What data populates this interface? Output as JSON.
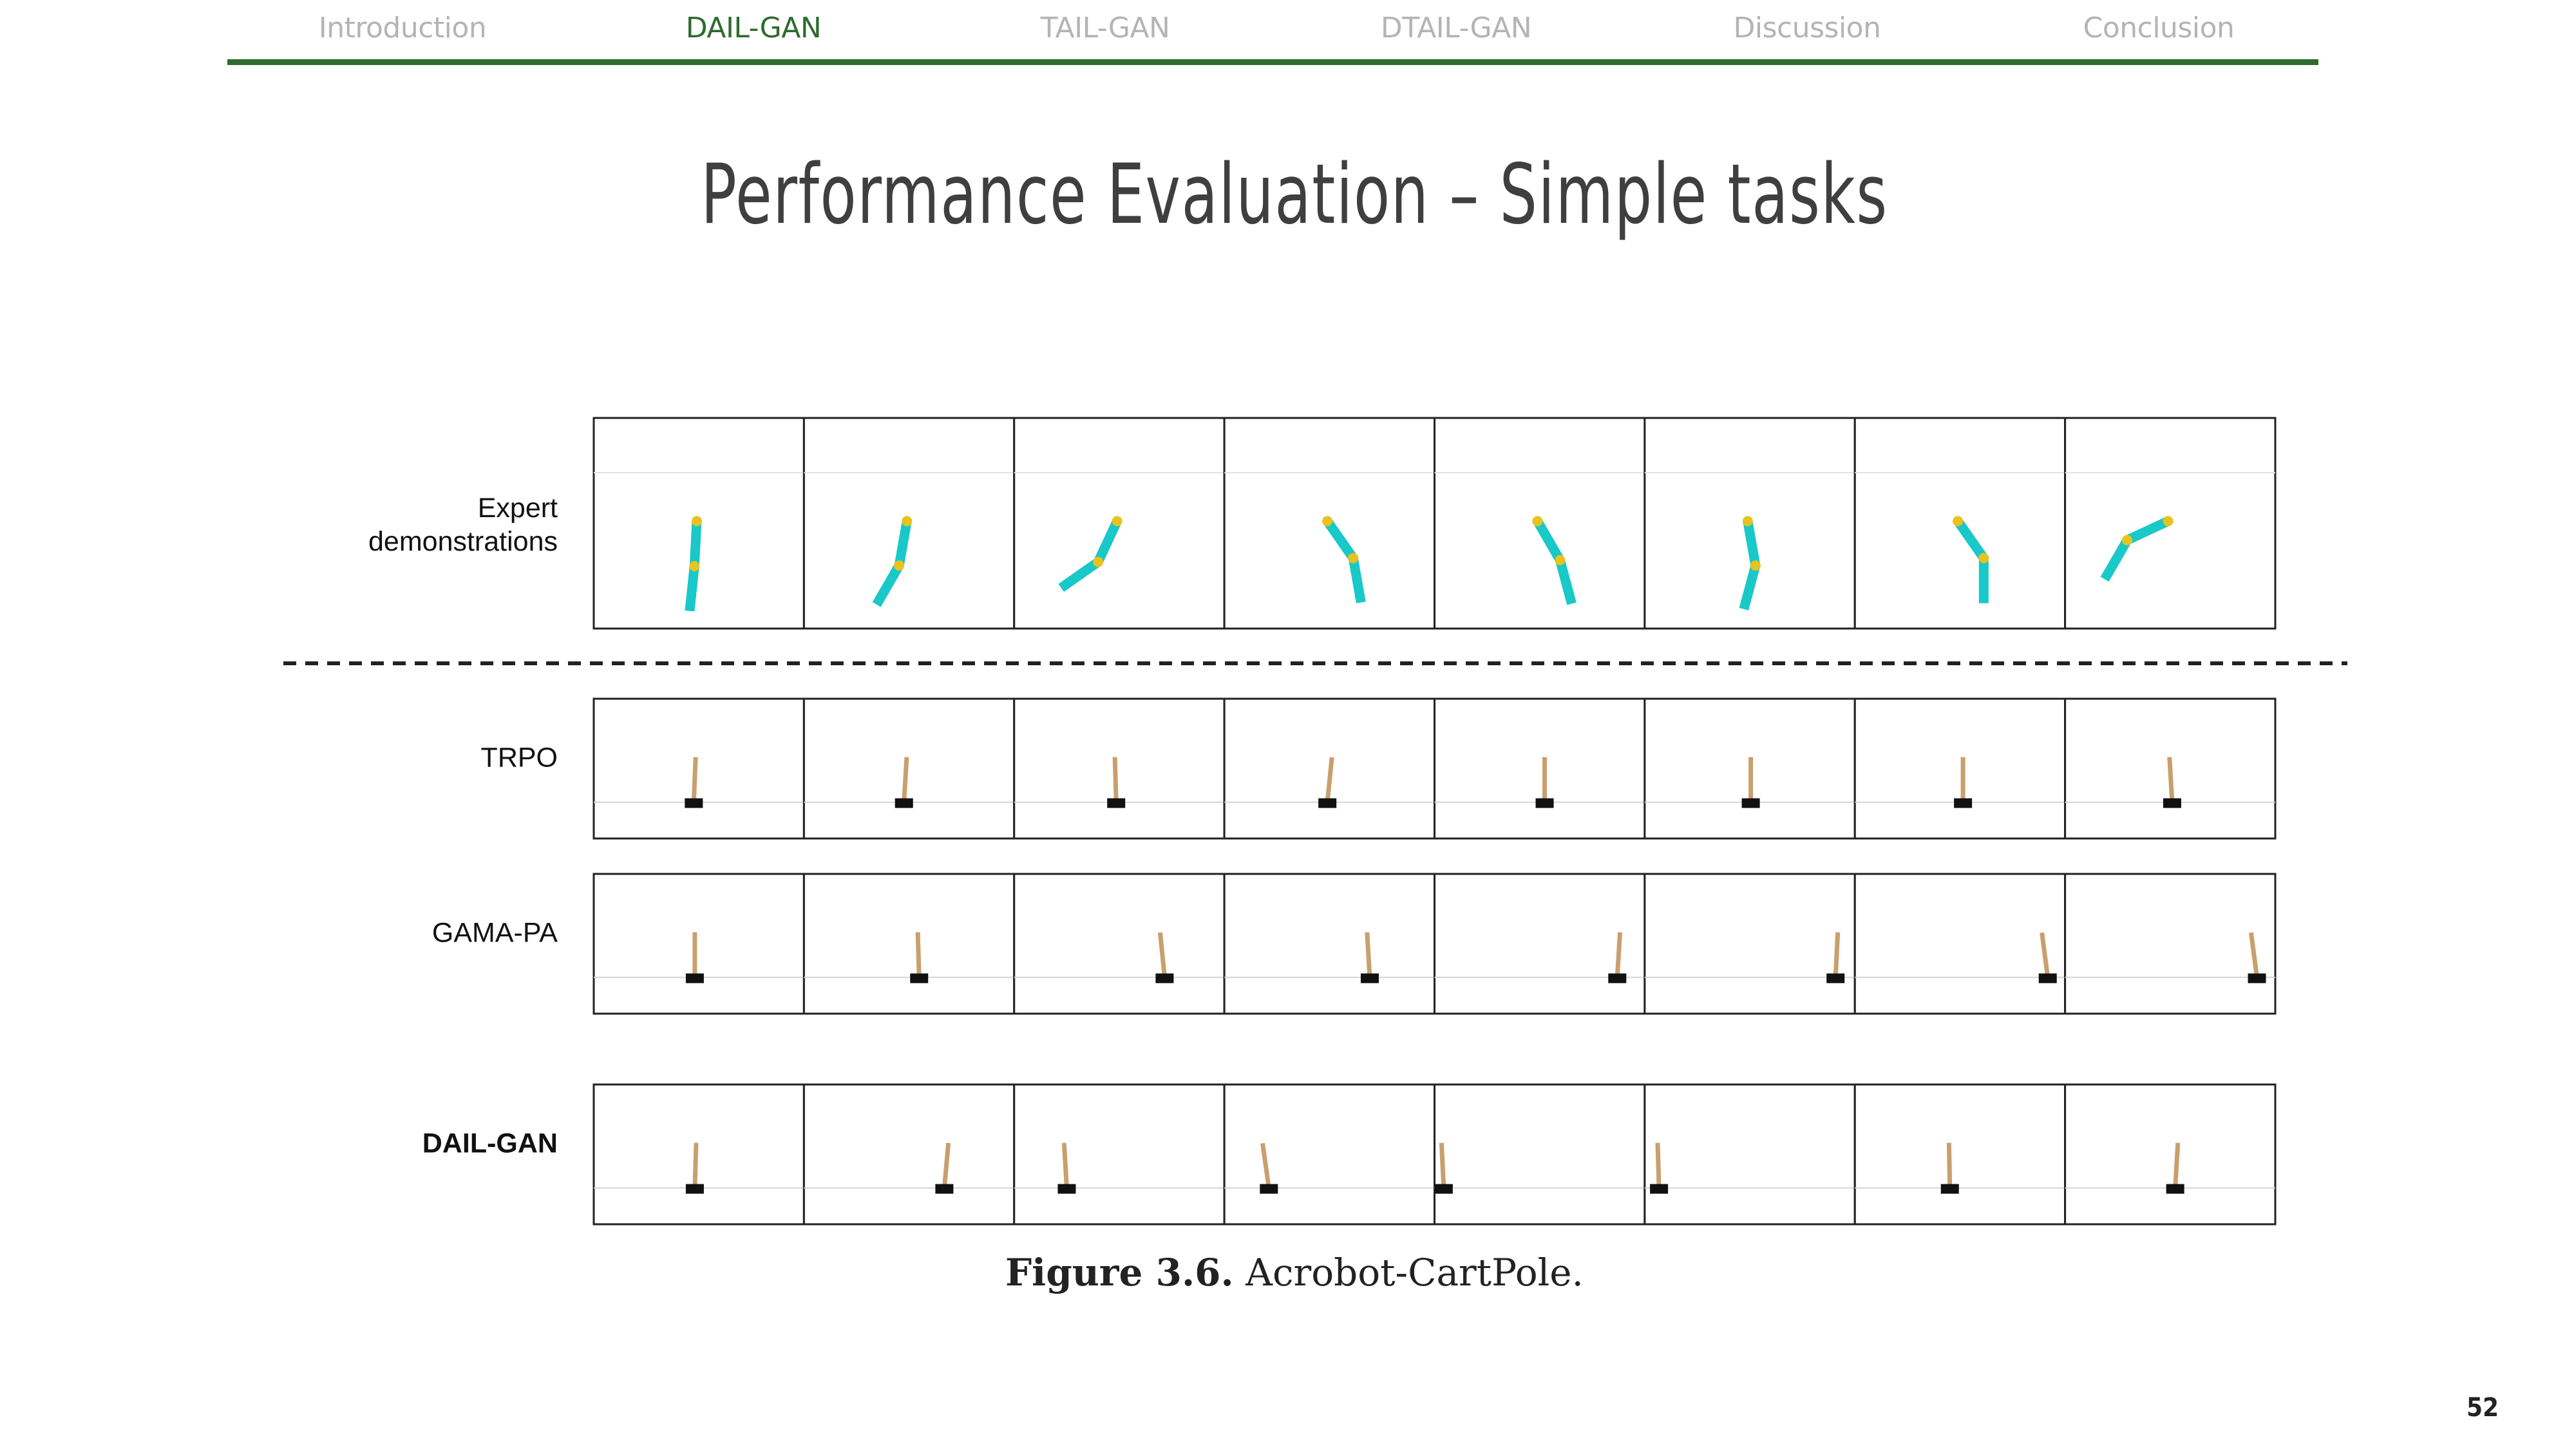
{
  "nav": {
    "items": [
      {
        "label": "Introduction",
        "active": false
      },
      {
        "label": "DAIL-GAN",
        "active": true
      },
      {
        "label": "TAIL-GAN",
        "active": false
      },
      {
        "label": "DTAIL-GAN",
        "active": false
      },
      {
        "label": "Discussion",
        "active": false
      },
      {
        "label": "Conclusion",
        "active": false
      }
    ],
    "active_color": "#2e6b2e",
    "inactive_color": "#b4b4b4"
  },
  "slide": {
    "title": "Performance Evaluation – Simple tasks",
    "page_number": "52"
  },
  "figure": {
    "caption_label": "Figure 3.6.",
    "caption_text": "Acrobot-CartPole.",
    "colors": {
      "acrobot_link": "#19c8c8",
      "acrobot_joint": "#e8c21e",
      "pole": "#c8a06e",
      "cart": "#111111"
    },
    "rows": [
      {
        "label": "Expert demonstrations",
        "lines": [
          "Expert",
          "demonstrations"
        ],
        "bold": false,
        "kind": "acrobot",
        "frames": [
          [
            -3,
            -3
          ],
          [
            -10,
            -20
          ],
          [
            -25,
            -30
          ],
          [
            35,
            -25
          ],
          [
            30,
            -15
          ],
          [
            10,
            -25
          ],
          [
            35,
            -35
          ],
          [
            -65,
            35
          ]
        ]
      },
      {
        "label": "TRPO",
        "lines": [
          "TRPO"
        ],
        "bold": false,
        "kind": "cartpole",
        "frames": [
          [
            -0.05,
            0.04
          ],
          [
            -0.05,
            0.06
          ],
          [
            -0.03,
            -0.03
          ],
          [
            -0.02,
            0.1
          ],
          [
            0.05,
            0.0
          ],
          [
            0.01,
            0.0
          ],
          [
            0.03,
            0.0
          ],
          [
            0.02,
            -0.06
          ]
        ]
      },
      {
        "label": "GAMA-PA",
        "lines": [
          "GAMA-PA"
        ],
        "bold": false,
        "kind": "cartpole",
        "frames": [
          [
            -0.04,
            0.0
          ],
          [
            0.1,
            -0.03
          ],
          [
            0.45,
            -0.1
          ],
          [
            0.4,
            -0.06
          ],
          [
            0.77,
            0.06
          ],
          [
            0.85,
            0.05
          ],
          [
            0.87,
            -0.13
          ],
          [
            0.86,
            -0.13
          ]
        ]
      },
      {
        "label": "DAIL-GAN",
        "lines": [
          "DAIL-GAN"
        ],
        "bold": true,
        "kind": "cartpole",
        "frames": [
          [
            -0.04,
            0.03
          ],
          [
            0.35,
            0.09
          ],
          [
            -0.52,
            -0.06
          ],
          [
            -0.6,
            -0.14
          ],
          [
            -0.95,
            -0.05
          ],
          [
            -0.9,
            -0.03
          ],
          [
            -0.1,
            -0.02
          ],
          [
            0.05,
            0.06
          ]
        ]
      }
    ]
  }
}
